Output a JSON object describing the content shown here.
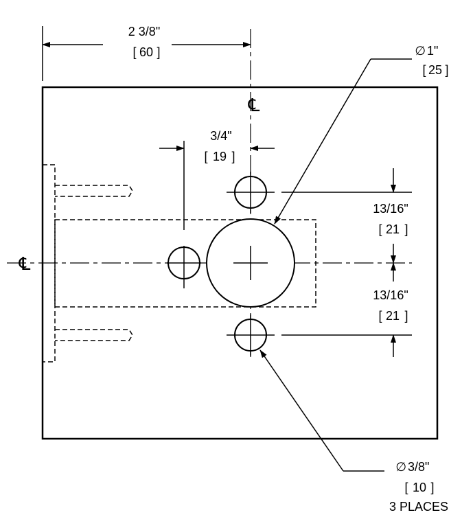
{
  "dimensions": {
    "width": {
      "imperial": "2 3/8\"",
      "metric": "60"
    },
    "large_hole_diameter": {
      "imperial": "1\"",
      "metric": "25"
    },
    "hole_offset": {
      "imperial": "3/4\"",
      "metric": "19"
    },
    "top_spacing": {
      "imperial": "13/16\"",
      "metric": "21"
    },
    "bottom_spacing": {
      "imperial": "13/16\"",
      "metric": "21"
    },
    "small_hole_diameter": {
      "imperial": "3/8\"",
      "metric": "10",
      "note": "3 PLACES"
    }
  },
  "symbols": {
    "centerline": "℄",
    "diameter": "∅",
    "bracket_open": "[",
    "bracket_close": "]"
  }
}
